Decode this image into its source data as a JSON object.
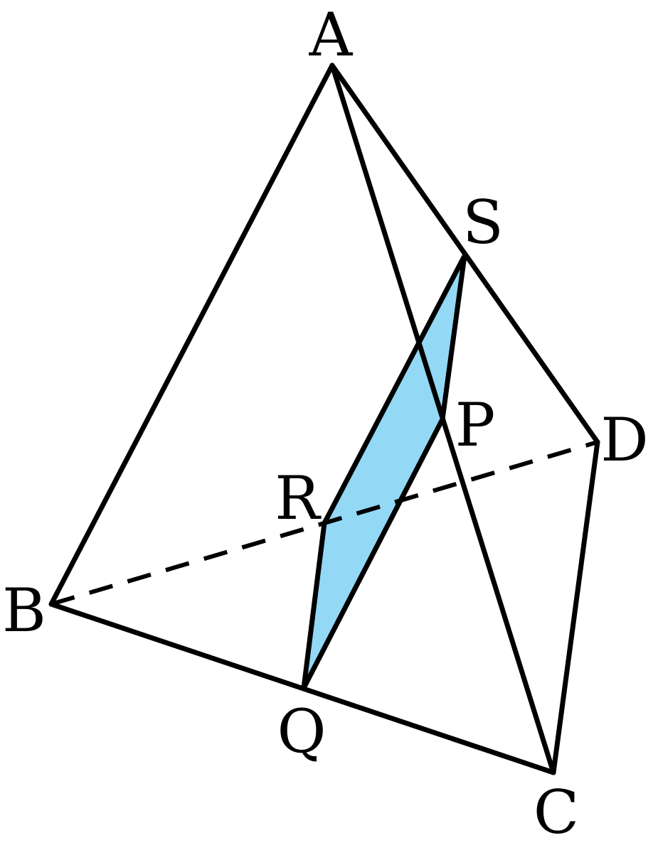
{
  "diagram": {
    "vertices": {
      "A": "A",
      "B": "B",
      "C": "C",
      "D": "D",
      "P": "P",
      "Q": "Q",
      "R": "R",
      "S": "S"
    },
    "section_fill": "#93d9f6",
    "line_color": "#000000"
  }
}
